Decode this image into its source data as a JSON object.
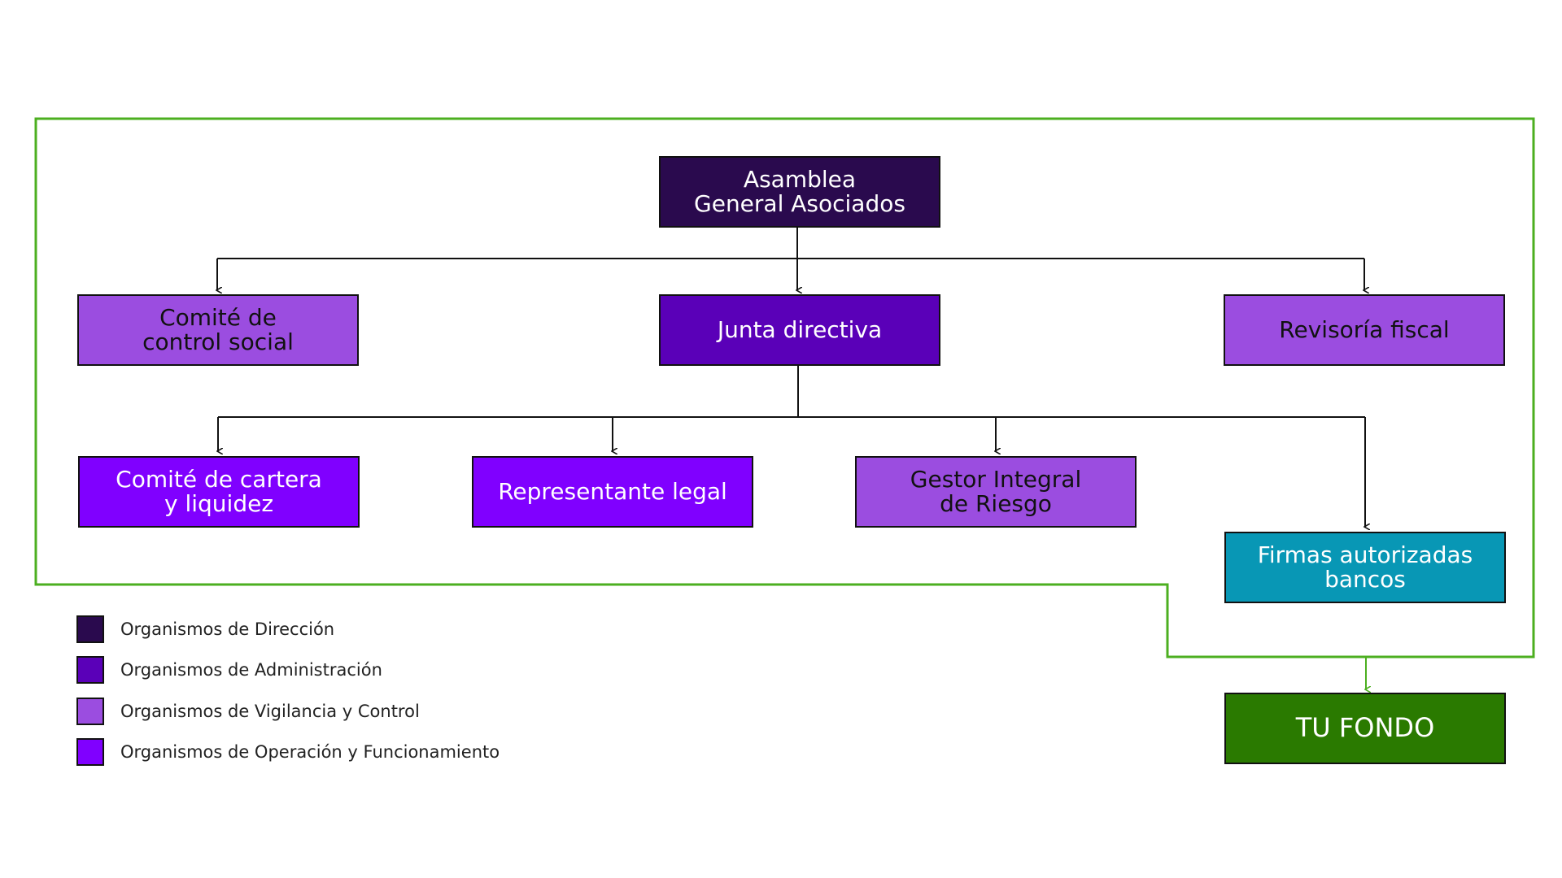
{
  "colors": {
    "direccion": "#2a0a4e",
    "administracion": "#5a00b8",
    "vigilancia": "#9b4de0",
    "operacion": "#8000ff",
    "firmas": "#0897b5",
    "fondo": "#2a7a00",
    "frame": "#4caf20"
  },
  "nodes": {
    "asamblea": "Asamblea\nGeneral Asociados",
    "comite_control": "Comité de\ncontrol social",
    "junta": "Junta directiva",
    "revisoria": "Revisoría fiscal",
    "comite_cartera": "Comité de cartera\ny liquidez",
    "representante": "Representante legal",
    "gestor": "Gestor Integral\nde Riesgo",
    "firmas": "Firmas autorizadas\nbancos",
    "fondo": "TU  FONDO"
  },
  "legend": [
    {
      "label": "Organismos de Dirección",
      "color": "#2a0a4e"
    },
    {
      "label": "Organismos de Administración",
      "color": "#5a00b8"
    },
    {
      "label": "Organismos de Vigilancia y Control",
      "color": "#9b4de0"
    },
    {
      "label": "Organismos de Operación y Funcionamiento",
      "color": "#8000ff"
    }
  ]
}
